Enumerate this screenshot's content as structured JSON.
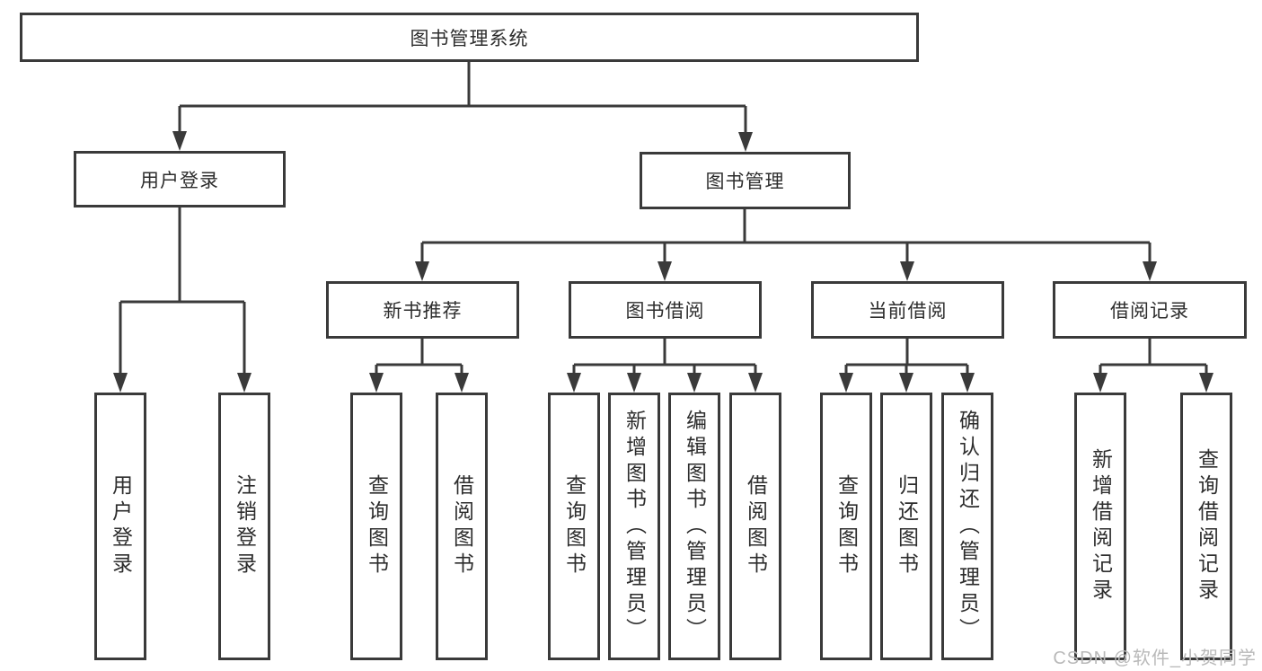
{
  "tree": {
    "root": "图书管理系统",
    "l2": [
      {
        "label": "用户登录",
        "children": [
          "用户登录",
          "注销登录"
        ]
      },
      {
        "label": "图书管理",
        "children": [
          {
            "label": "新书推荐",
            "children": [
              "查询图书",
              "借阅图书"
            ]
          },
          {
            "label": "图书借阅",
            "children": [
              "查询图书",
              "新增图书（管理员）",
              "编辑图书（管理员）",
              "借阅图书"
            ]
          },
          {
            "label": "当前借阅",
            "children": [
              "查询图书",
              "归还图书",
              "确认归还（管理员）"
            ]
          },
          {
            "label": "借阅记录",
            "children": [
              "新增借阅记录",
              "查询借阅记录"
            ]
          }
        ]
      }
    ]
  },
  "watermark": {
    "text": "CSDN @软件_小贺同学",
    "color": "#b9b9b9"
  },
  "colors": {
    "line": "#3a3a3a",
    "text": "#2d2d2d",
    "background": "#ffffff"
  }
}
